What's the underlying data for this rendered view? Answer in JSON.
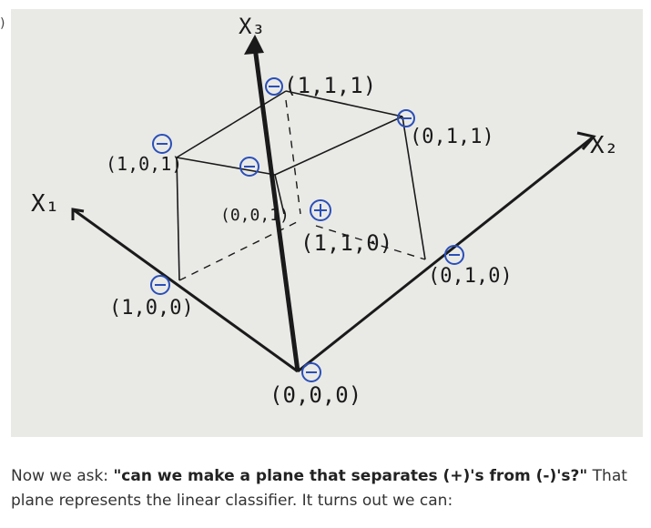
{
  "edge_fragment": ")",
  "figure": {
    "axis_labels": {
      "x1": "X₁",
      "x2": "X₂",
      "x3": "X₃"
    },
    "points": [
      {
        "coord": "(1,1,1)",
        "sign": "−"
      },
      {
        "coord": "(0,1,1)",
        "sign": "−"
      },
      {
        "coord": "(1,0,1)",
        "sign": "−"
      },
      {
        "coord": "(0,0,1)",
        "sign": "−"
      },
      {
        "coord": "(1,1,0)",
        "sign": "+"
      },
      {
        "coord": "(0,1,0)",
        "sign": "−"
      },
      {
        "coord": "(1,0,0)",
        "sign": "−"
      },
      {
        "coord": "(0,0,0)",
        "sign": "−"
      }
    ],
    "colors": {
      "ink": "#1a1a1a",
      "marker": "#2a4fb8",
      "paper": "#e9e9e6"
    }
  },
  "caption": {
    "lead": "Now we ask: ",
    "question": "\"can we make a plane that separates (+)'s from (-)'s?\"",
    "tail": " That plane represents the linear classifier. It turns out we can:"
  }
}
